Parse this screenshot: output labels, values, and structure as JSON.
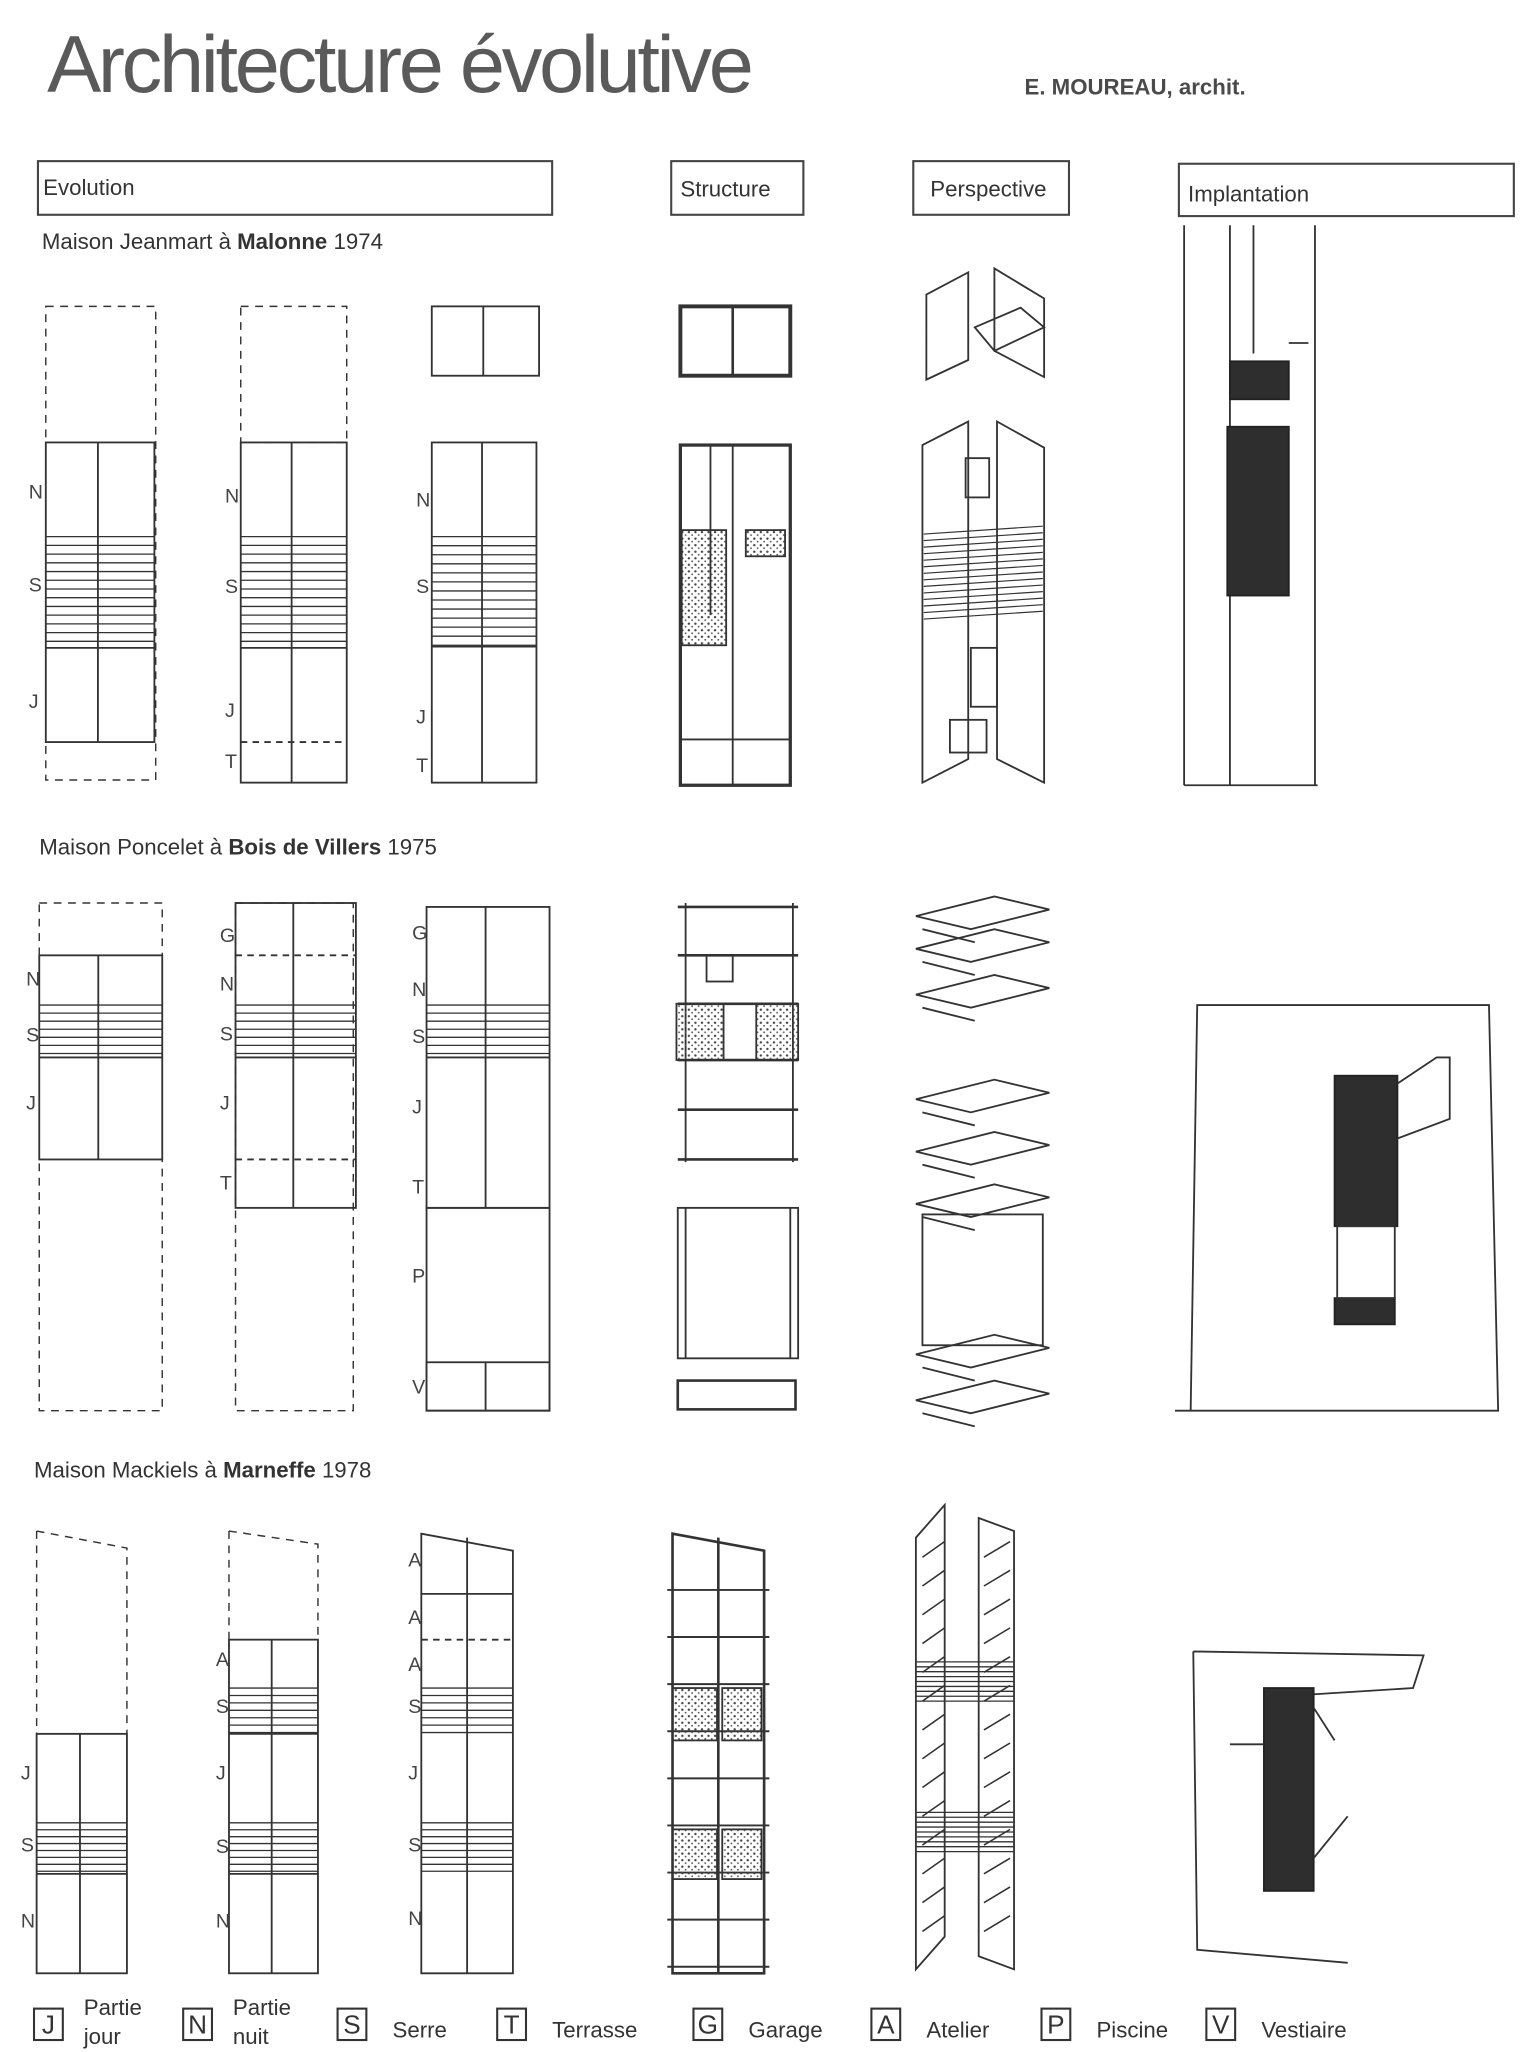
{
  "title": "Architecture évolutive",
  "author": "E. MOUREAU, archit.",
  "columns": {
    "evolution": "Evolution",
    "structure": "Structure",
    "perspective": "Perspective",
    "implantation": "Implantation"
  },
  "projects": [
    {
      "prefix": "Maison Jeanmart à ",
      "place": "Malonne",
      "year": "1974",
      "plans": [
        [
          "N",
          "S",
          "J"
        ],
        [
          "N",
          "S",
          "J",
          "T"
        ],
        [
          "N",
          "S",
          "J",
          "T"
        ]
      ]
    },
    {
      "prefix": "Maison Poncelet à ",
      "place": "Bois de Villers",
      "year": "1975",
      "plans": [
        [
          "N",
          "S",
          "J"
        ],
        [
          "G",
          "N",
          "S",
          "J",
          "T"
        ],
        [
          "G",
          "N",
          "S",
          "J",
          "T",
          "P",
          "V"
        ]
      ]
    },
    {
      "prefix": "Maison Mackiels à ",
      "place": "Marneffe",
      "year": "1978",
      "plans": [
        [
          "J",
          "S",
          "N"
        ],
        [
          "A",
          "S",
          "J",
          "S",
          "N"
        ],
        [
          "A",
          "A",
          "A",
          "S",
          "J",
          "S",
          "N"
        ]
      ]
    }
  ],
  "legend": [
    {
      "key": "J",
      "label1": "Partie",
      "label2": "jour"
    },
    {
      "key": "N",
      "label1": "Partie",
      "label2": "nuit"
    },
    {
      "key": "S",
      "label1": "Serre"
    },
    {
      "key": "T",
      "label1": "Terrasse"
    },
    {
      "key": "G",
      "label1": "Garage"
    },
    {
      "key": "A",
      "label1": "Atelier"
    },
    {
      "key": "P",
      "label1": "Piscine"
    },
    {
      "key": "V",
      "label1": "Vestiaire"
    }
  ],
  "colors": {
    "ink": "#333333",
    "fill_dark": "#2e2e2e"
  }
}
